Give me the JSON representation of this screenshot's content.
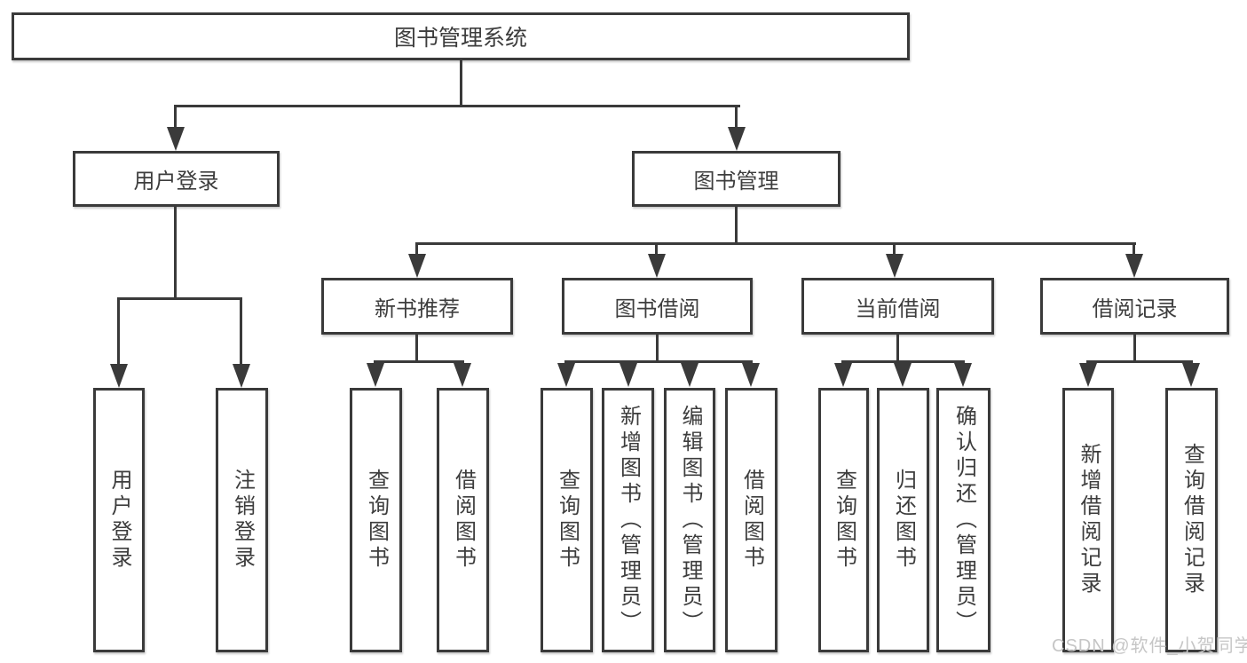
{
  "colors": {
    "line": "#3a3a3a",
    "text": "#3d3d3d",
    "background": "#ffffff",
    "watermark": "#c6c6c6"
  },
  "tree": {
    "root": {
      "label": "图书管理系统",
      "children": [
        {
          "label": "用户登录",
          "children": [
            {
              "label": "用户登录"
            },
            {
              "label": "注销登录"
            }
          ]
        },
        {
          "label": "图书管理",
          "children": [
            {
              "label": "新书推荐",
              "children": [
                {
                  "label": "查询图书"
                },
                {
                  "label": "借阅图书"
                }
              ]
            },
            {
              "label": "图书借阅",
              "children": [
                {
                  "label": "查询图书"
                },
                {
                  "label": "新增图书（管理员）"
                },
                {
                  "label": "编辑图书（管理员）"
                },
                {
                  "label": "借阅图书"
                }
              ]
            },
            {
              "label": "当前借阅",
              "children": [
                {
                  "label": "查询图书"
                },
                {
                  "label": "归还图书"
                },
                {
                  "label": "确认归还（管理员）"
                }
              ]
            },
            {
              "label": "借阅记录",
              "children": [
                {
                  "label": "新增借阅记录"
                },
                {
                  "label": "查询借阅记录"
                }
              ]
            }
          ]
        }
      ]
    }
  },
  "watermark": {
    "text": "CSDN @软件_小贺同学"
  }
}
